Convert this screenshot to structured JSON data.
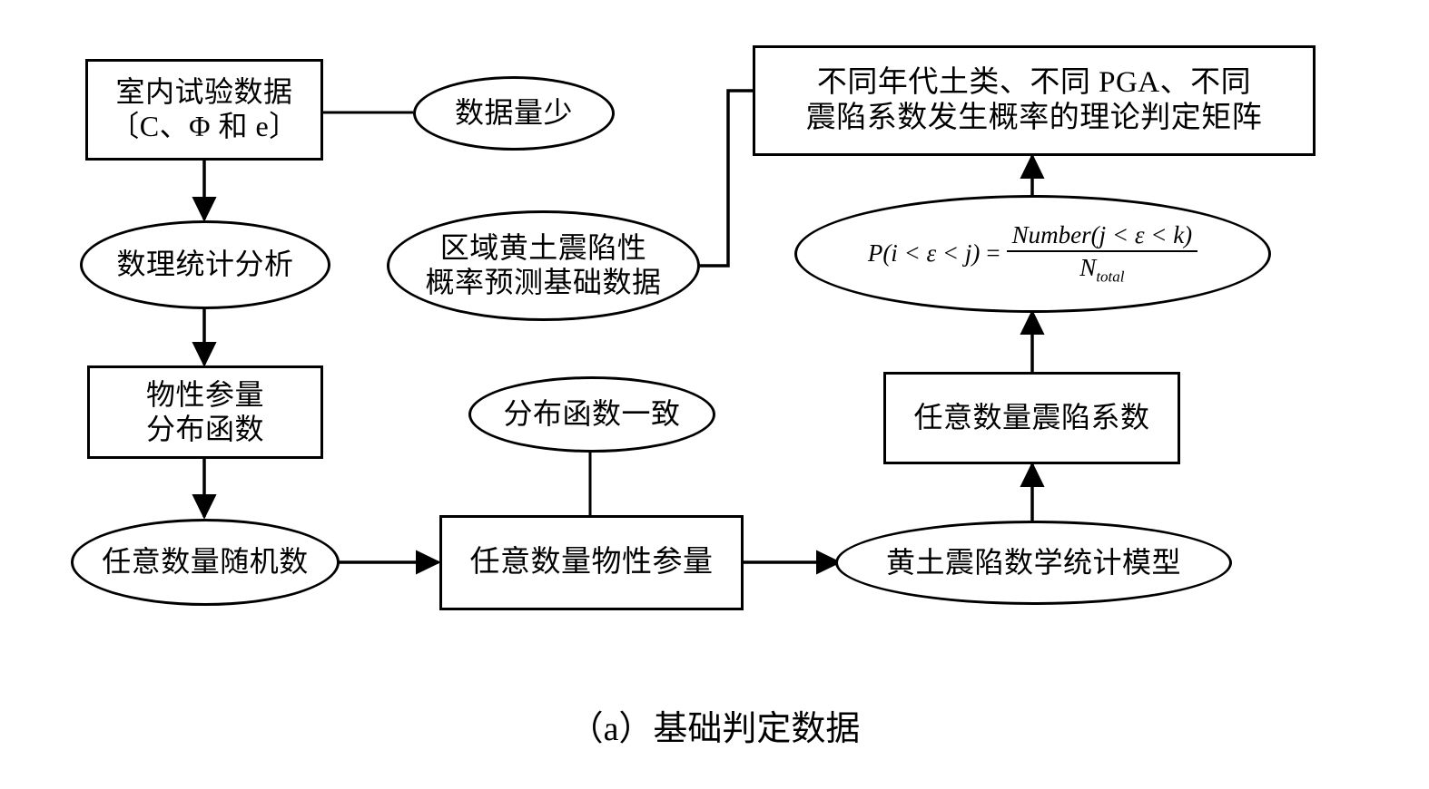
{
  "figure": {
    "caption": "（a）基础判定数据",
    "line_color": "#000000",
    "background": "#ffffff"
  },
  "nodes": [
    {
      "id": "lab-test-data",
      "shape": "box",
      "text": "室内试验数据\n〔C、Φ 和 e〕"
    },
    {
      "id": "few-data",
      "shape": "ellipse",
      "text": "数据量少"
    },
    {
      "id": "decision-matrix",
      "shape": "box",
      "text": "不同年代土类、不同 PGA、不同\n震陷系数发生概率的理论判定矩阵"
    },
    {
      "id": "statistical-analysis",
      "shape": "ellipse",
      "text": "数理统计分析"
    },
    {
      "id": "regional-base-data",
      "shape": "ellipse",
      "text": "区域黄土震陷性\n概率预测基础数据"
    },
    {
      "id": "probability-formula",
      "shape": "ellipse",
      "text": ""
    },
    {
      "id": "property-distribution",
      "shape": "box",
      "text": "物性参量\n分布函数"
    },
    {
      "id": "distribution-consistent",
      "shape": "ellipse",
      "text": "分布函数一致"
    },
    {
      "id": "arbitrary-coefficients",
      "shape": "box",
      "text": "任意数量震陷系数"
    },
    {
      "id": "random-numbers",
      "shape": "ellipse",
      "text": "任意数量随机数"
    },
    {
      "id": "arbitrary-properties",
      "shape": "box",
      "text": "任意数量物性参量"
    },
    {
      "id": "statistical-model",
      "shape": "ellipse",
      "text": "黄土震陷数学统计模型"
    }
  ],
  "formula": {
    "lhs": "P(i < ε < j)",
    "equals": "=",
    "numerator": "Number(j < ε < k)",
    "denominator_base": "N",
    "denominator_sub": "total"
  }
}
